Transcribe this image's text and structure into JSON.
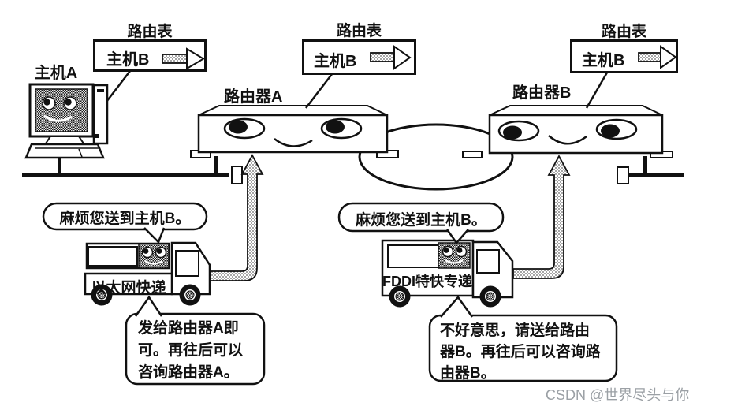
{
  "page": {
    "watermark": "CSDN @世界尽头与你"
  },
  "labels": {
    "host_a": "主机A",
    "router_a": "路由器A",
    "router_b": "路由器B"
  },
  "routing_tables": [
    {
      "title": "路由表",
      "entry": "主机B"
    },
    {
      "title": "路由表",
      "entry": "主机B"
    },
    {
      "title": "路由表",
      "entry": "主机B"
    }
  ],
  "request_bubbles": [
    {
      "text": "麻烦您送到主机B。"
    },
    {
      "text": "麻烦您送到主机B。"
    }
  ],
  "trucks": [
    {
      "name": "以太网快递"
    },
    {
      "name": "FDDI特快专递"
    }
  ],
  "reply_bubbles": [
    {
      "text": "发给路由器A即\n可。再往后可以\n咨询路由器A。"
    },
    {
      "text": "不好意思，请送给路由\n器B。再往后可以咨询路\n由器B。"
    }
  ],
  "icons": {
    "routing_table_arrow": "right-arrow",
    "flow_arrow_left": "up-arrow",
    "flow_arrow_right": "up-arrow"
  },
  "colors": {
    "ink": "#111111",
    "paper": "#ffffff",
    "watermark": "#9ba0a5"
  }
}
